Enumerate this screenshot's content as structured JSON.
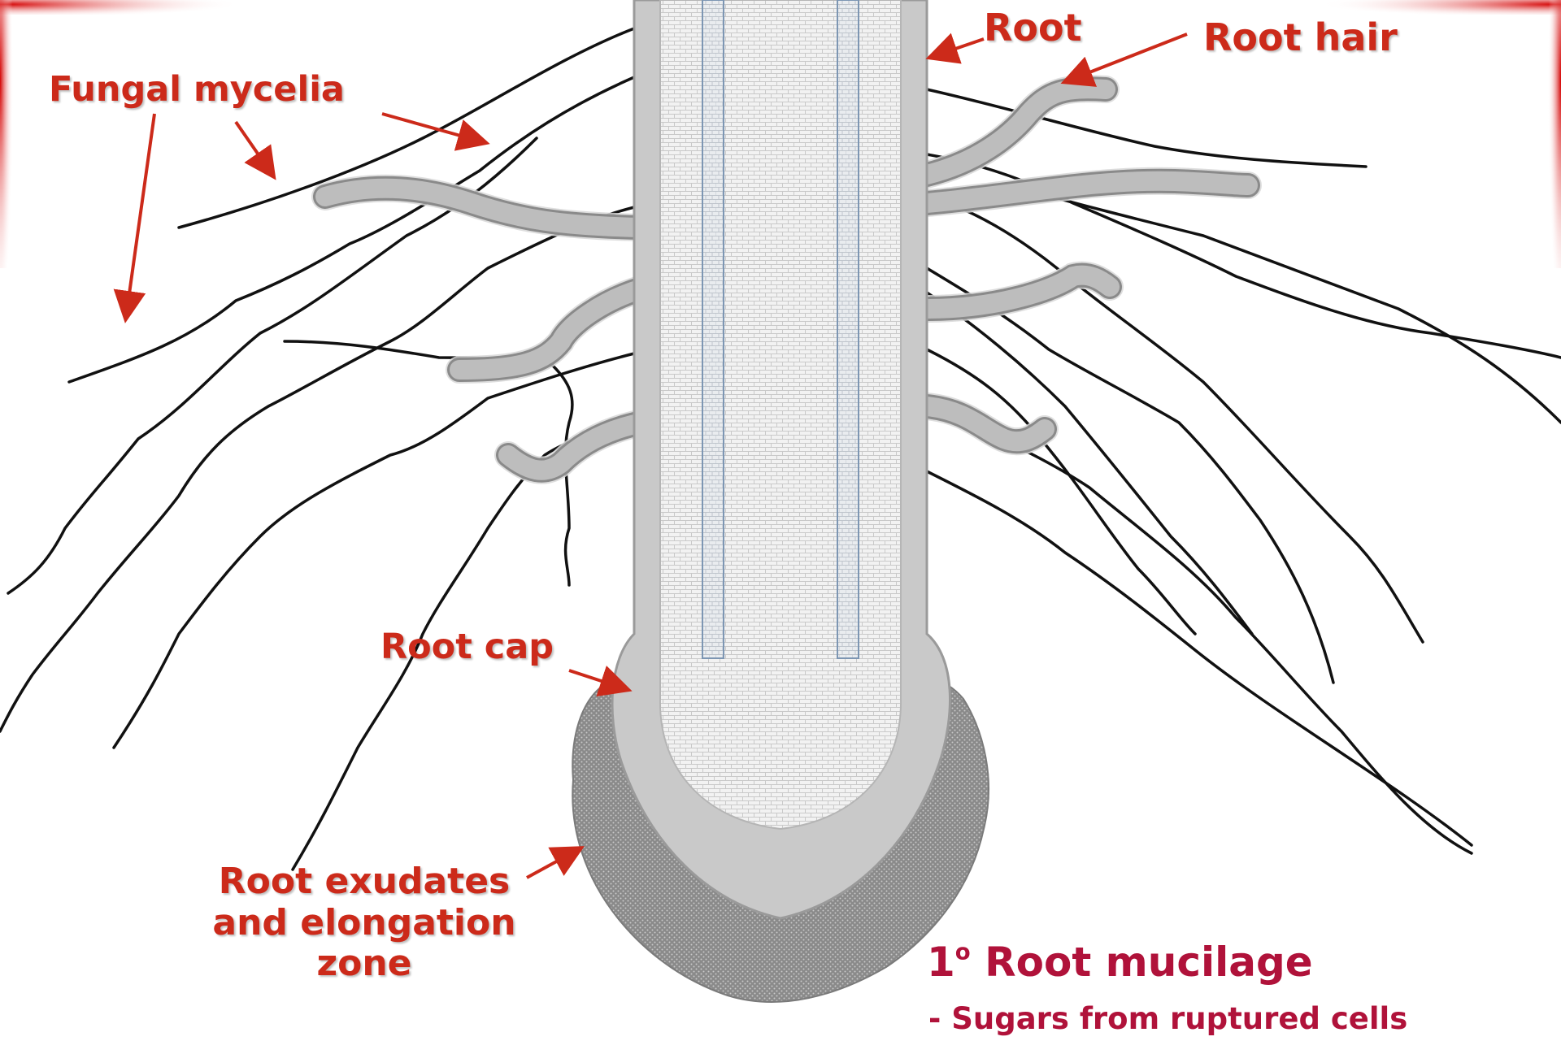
{
  "labels": {
    "root": "Root",
    "root_hair": "Root hair",
    "fungal_mycelia": "Fungal mycelia",
    "root_cap": "Root cap",
    "root_exudates_line1": "Root exudates",
    "root_exudates_line2": "and elongation",
    "root_exudates_line3": "zone"
  },
  "caption": {
    "heading_number": "1",
    "heading_superscript": "o",
    "heading_text": "Root mucilage",
    "subtext": "- Sugars from ruptured cells"
  },
  "colors": {
    "label_red": "#cc2a1a",
    "caption_crimson": "#b0123a",
    "root_gray": "#c8c8c8",
    "hyphae_black": "#111111",
    "exudate_gray": "#9a9a9a",
    "corner_accent_red": "#d40000"
  }
}
